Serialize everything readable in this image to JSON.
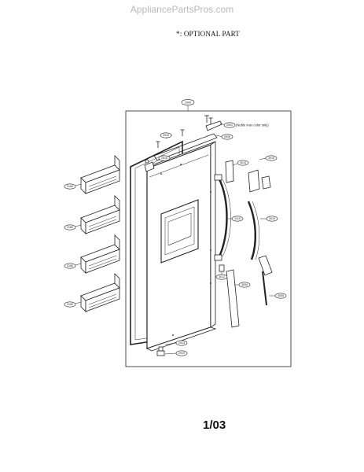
{
  "watermark": "AppliancePartsPros.com",
  "note": "*: OPTIONAL PART",
  "page_number": "1/03",
  "annotation": "(Noble inox color only)",
  "callouts": {
    "door_assembly": "2900",
    "top_cap": "2901",
    "top_trim": "2905",
    "gasket": "2910",
    "hinge_top": "2915",
    "handle_cap_top": "3015",
    "handle_cap_right": "3010",
    "handle": "3110",
    "handle_deco": "3015",
    "handle_lower": "3050",
    "handle_trim": "3055",
    "handle_bracket": "3012",
    "hinge_bottom": "2913",
    "hinge_pin": "2919",
    "basket_1": "3160",
    "basket_2": "3160",
    "basket_3": "3160",
    "basket_4": "3150"
  }
}
